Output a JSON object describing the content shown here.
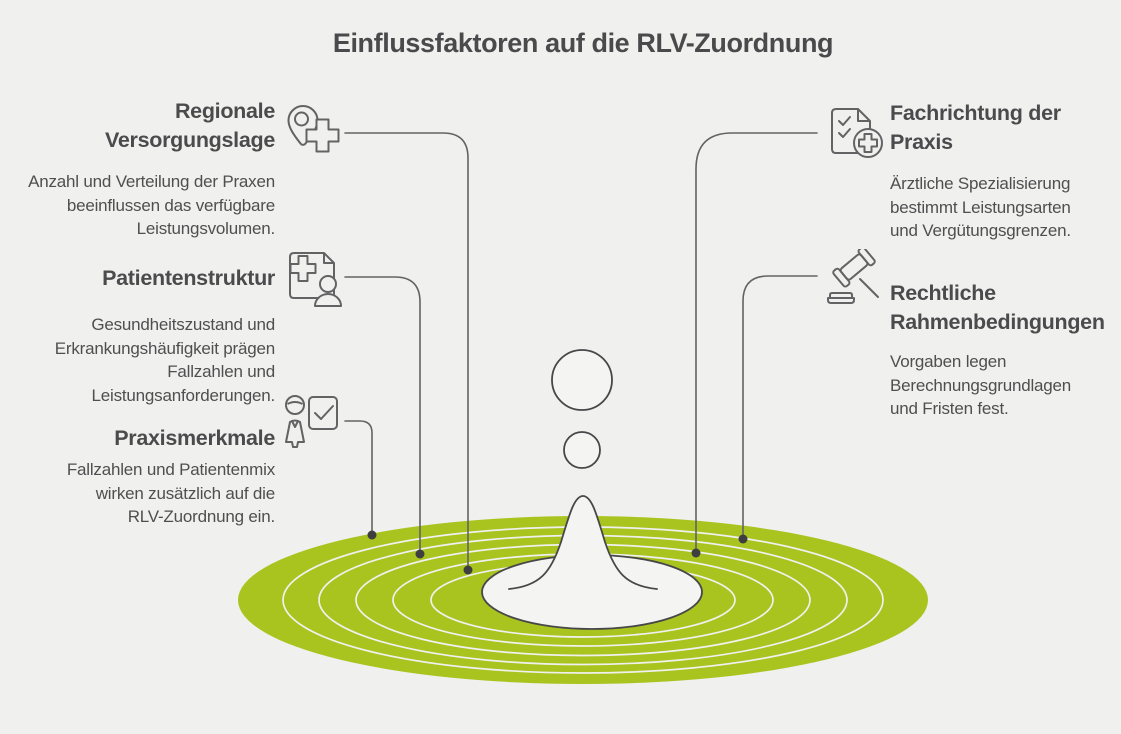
{
  "title": "Einflussfaktoren auf die RLV-Zuordnung",
  "colors": {
    "background": "#f0f0ee",
    "ripple_green": "#a9c41f",
    "outline_dark": "#47474a",
    "connector_gray": "#636365",
    "text_dark": "#4b4b4d",
    "drop_fill": "#f4f4f2"
  },
  "factors": [
    {
      "heading": "Regionale\nVersorgungslage",
      "body": "Anzahl und Verteilung der Praxen\nbeeinflussen das verfügbare\nLeistungsvolumen.",
      "icon": "location-pin-medical-cross-icon"
    },
    {
      "heading": "Patientenstruktur",
      "body": "Gesundheitszustand und\nErkrankungshäufigkeit prägen\nFallzahlen und\nLeistungsanforderungen.",
      "icon": "patient-card-person-icon"
    },
    {
      "heading": "Praxismerkmale",
      "body": "Fallzahlen und Patientenmix\nwirken zusätzlich auf die\nRLV-Zuordnung ein.",
      "icon": "clinician-checklist-icon"
    },
    {
      "heading": "Fachrichtung der\nPraxis",
      "body": "Ärztliche Spezialisierung\nbestimmt Leistungsarten\nund Vergütungsgrenzen.",
      "icon": "medical-document-checklist-icon"
    },
    {
      "heading": "Rechtliche\nRahmenbedingungen",
      "body": "Vorgaben legen\nBerechnungsgrundlagen\nund Fristen fest.",
      "icon": "gavel-icon"
    }
  ]
}
